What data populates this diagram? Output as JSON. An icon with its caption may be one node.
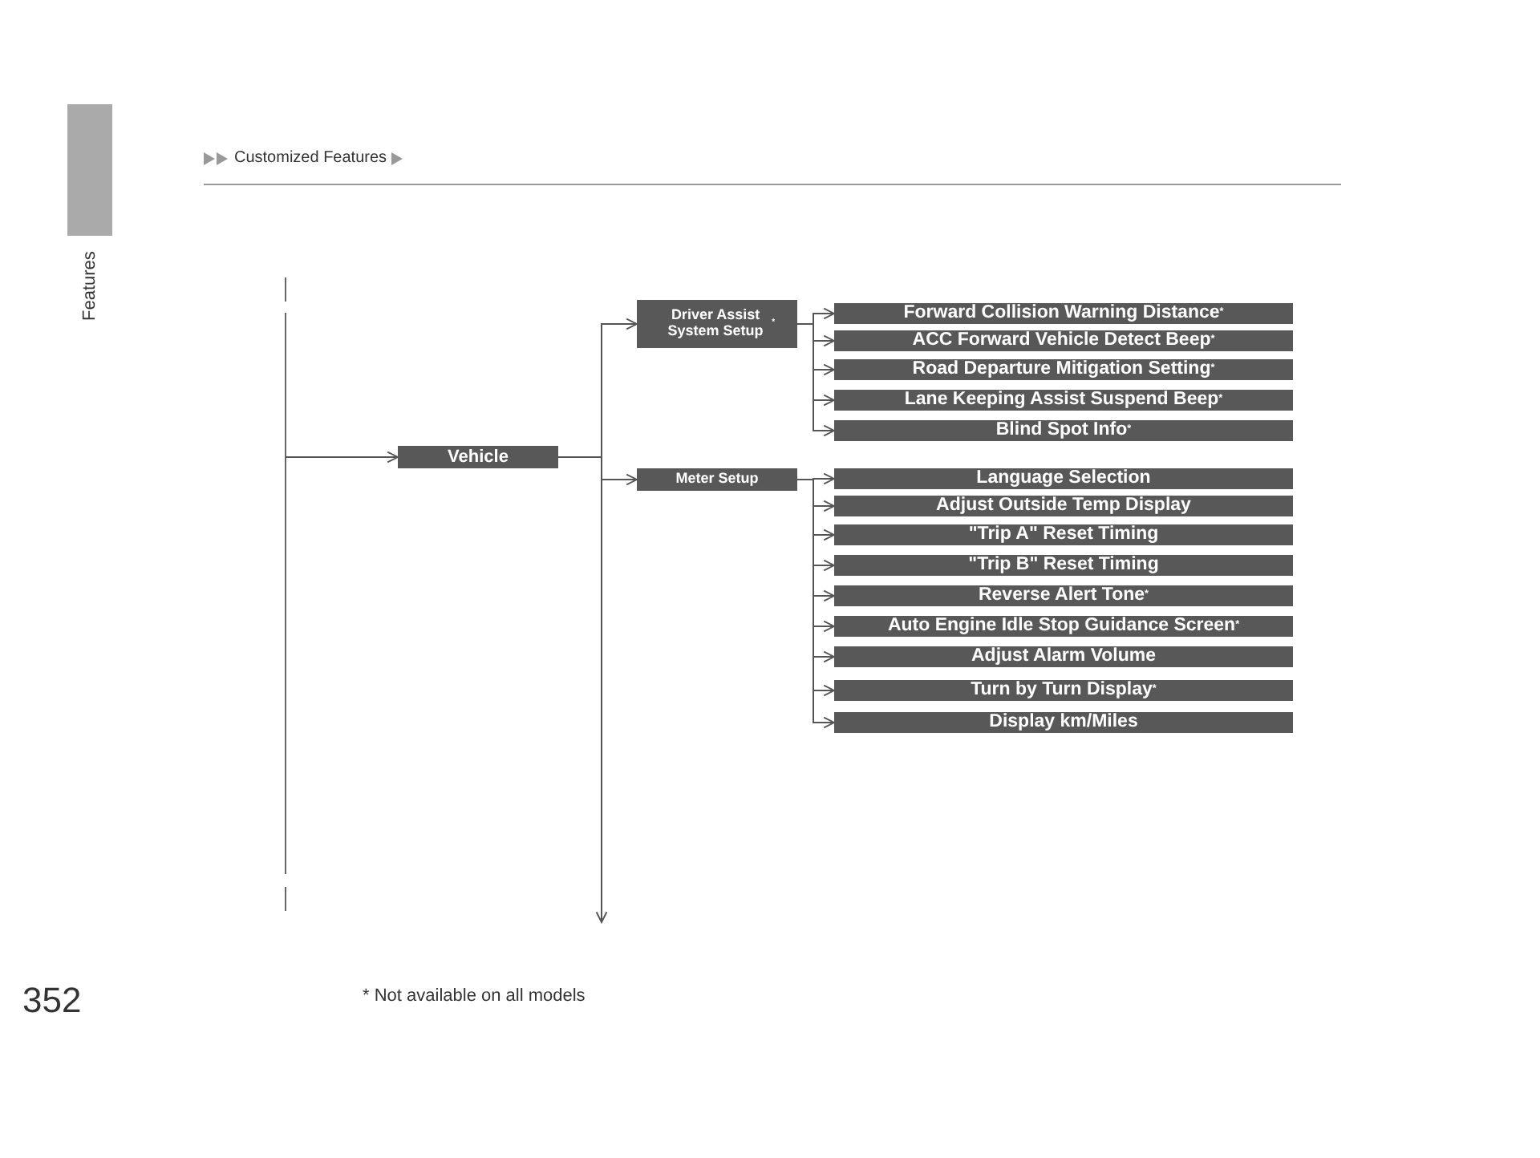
{
  "diagram": {
    "nodes": [
      {
        "text": [
          "Vehicle"
        ]
      },
      {
        "text": [
          "Driver Assist System Setup$^{*}$"
        ]
      },
      {
        "text": [
          "Meter Setup"
        ]
      },
      {
        "text": [
          "Forward Collision Warning Distance$^{*}$"
        ]
      },
      {
        "text": [
          "ACC Forward Vehicle Detect Beep$^{*}$"
        ]
      },
      {
        "text": [
          "Road Departure Mitigation Setting$^{*}$"
        ]
      },
      {
        "text": [
          "Lane Keeping Assist Suspend Beep$^{*}$"
        ]
      },
      {
        "text": [
          "Blind Spot Info$^{*}$"
        ]
      },
      {
        "text": [
          "Language Selection"
        ]
      },
      {
        "text": [
          "Adjust Outside Temp Display"
        ]
      },
      {
        "text": [
          "\"Trip A\" Reset Timing"
        ]
      },
      {
        "text": [
          "\"Trip B\" Reset Timing"
        ]
      },
      {
        "text": [
          "Reverse Alert Tone$^{*}$"
        ]
      },
      {
        "text": [
          "Auto Engine Idle Stop Guidance Screen$^{*}$"
        ]
      },
      {
        "text": [
          "Adjust Alarm Volume"
        ]
      },
      {
        "text": [
          "Turn by Turn Display$^{*}$"
        ]
      },
      {
        "text": [
          "Display km/Miles"
        ]
      }
    ],
    "edges": [
      {
        "from": null,
        "to": 0,
        "arrow": "to"
      },
      {
        "from": 0,
        "to": 1,
        "arrow": "to"
      },
      {
        "from": 0,
        "to": 2,
        "arrow": "to"
      },
      {
        "from": 0,
        "to": null,
        "arrow": "to"
      },
      {
        "from": 1,
        "to": 3,
        "arrow": "to"
      },
      {
        "from": 1,
        "to": 4,
        "arrow": "to"
      },
      {
        "from": 1,
        "to": 5,
        "arrow": "to"
      },
      {
        "from": 1,
        "to": 6,
        "arrow": "to"
      },
      {
        "from": 1,
        "to": 7,
        "arrow": "to"
      },
      {
        "from": 2,
        "to": 8,
        "arrow": "to"
      },
      {
        "from": 2,
        "to": 9,
        "arrow": "to"
      },
      {
        "from": 2,
        "to": 10,
        "arrow": "to"
      },
      {
        "from": 2,
        "to": 11,
        "arrow": "to"
      },
      {
        "from": 2,
        "to": 12,
        "arrow": "to"
      },
      {
        "from": 2,
        "to": 13,
        "arrow": "to"
      },
      {
        "from": 2,
        "to": 14,
        "arrow": "to"
      },
      {
        "from": 2,
        "to": 15,
        "arrow": "to"
      },
      {
        "from": 2,
        "to": 16,
        "arrow": "to"
      }
    ],
    "labels": [
      "Customized Features",
      "Features",
      "352",
      "* Not available on all models"
    ]
  }
}
